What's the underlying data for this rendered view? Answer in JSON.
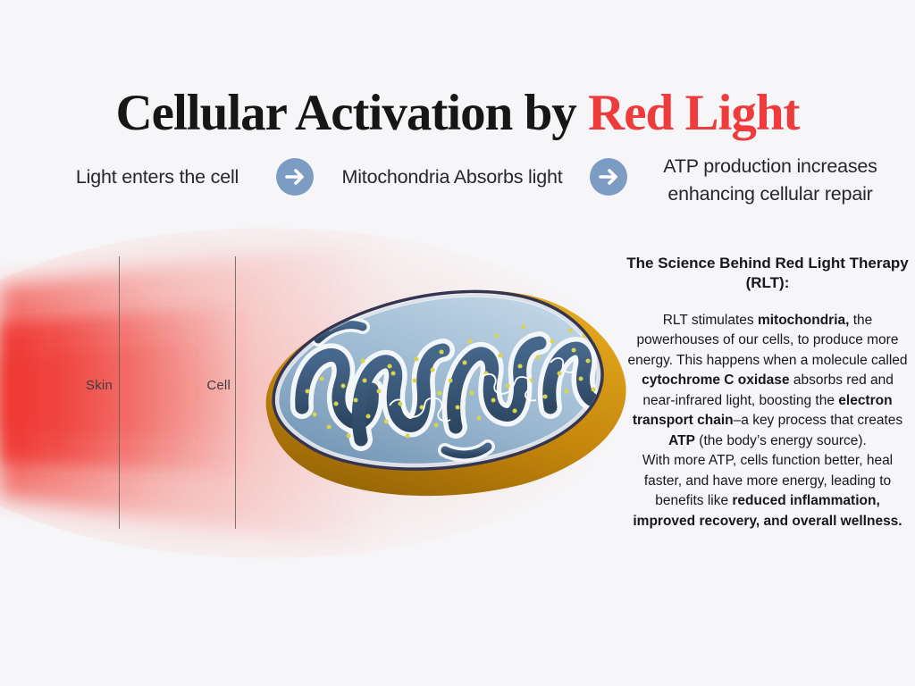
{
  "title": {
    "prefix": "Cellular Activation by ",
    "highlight": "Red Light"
  },
  "process_steps": {
    "step1": "Light enters the cell",
    "step2": "Mitochondria Absorbs light",
    "step3_line1": "ATP production increases",
    "step3_line2": "enhancing cellular repair",
    "arrow_icon": "arrow-right-circle"
  },
  "beam_labels": {
    "skin": "Skin",
    "cell": "Cell"
  },
  "science": {
    "heading": "The Science Behind Red Light Therapy (RLT):",
    "body": [
      {
        "t": "RLT stimulates "
      },
      {
        "t": "mitochondria,",
        "b": true
      },
      {
        "t": " the powerhouses of our cells, to produce more energy. This happens when a molecule called "
      },
      {
        "t": "cytochrome C oxidase",
        "b": true
      },
      {
        "t": " absorbs red and near-infrared light, boosting the "
      },
      {
        "t": "electron transport chain",
        "b": true
      },
      {
        "t": "–a key process that creates "
      },
      {
        "t": "ATP",
        "b": true
      },
      {
        "t": " (the body’s energy source)."
      },
      {
        "br": true
      },
      {
        "t": "With more ATP, cells function better, heal faster, and have more energy, leading to benefits like "
      },
      {
        "t": "reduced inflammation, improved recovery, and overall wellness.",
        "b": true
      }
    ]
  },
  "colors": {
    "background": "#f6f6f8",
    "title_text": "#161616",
    "title_accent": "#ee3b3b",
    "step_text": "#26262b",
    "step_arrow_circle": "#7d9cc3",
    "beam_red": "#f03e36",
    "mitochondria_outer_membrane": "#c5860b",
    "mitochondria_matrix_blue": "#9ab7d0",
    "mitochondria_rim_navy": "#343551",
    "granule_yellow": "#d8d44c",
    "body_text": "#17181c",
    "label_text": "#3c3c42"
  }
}
